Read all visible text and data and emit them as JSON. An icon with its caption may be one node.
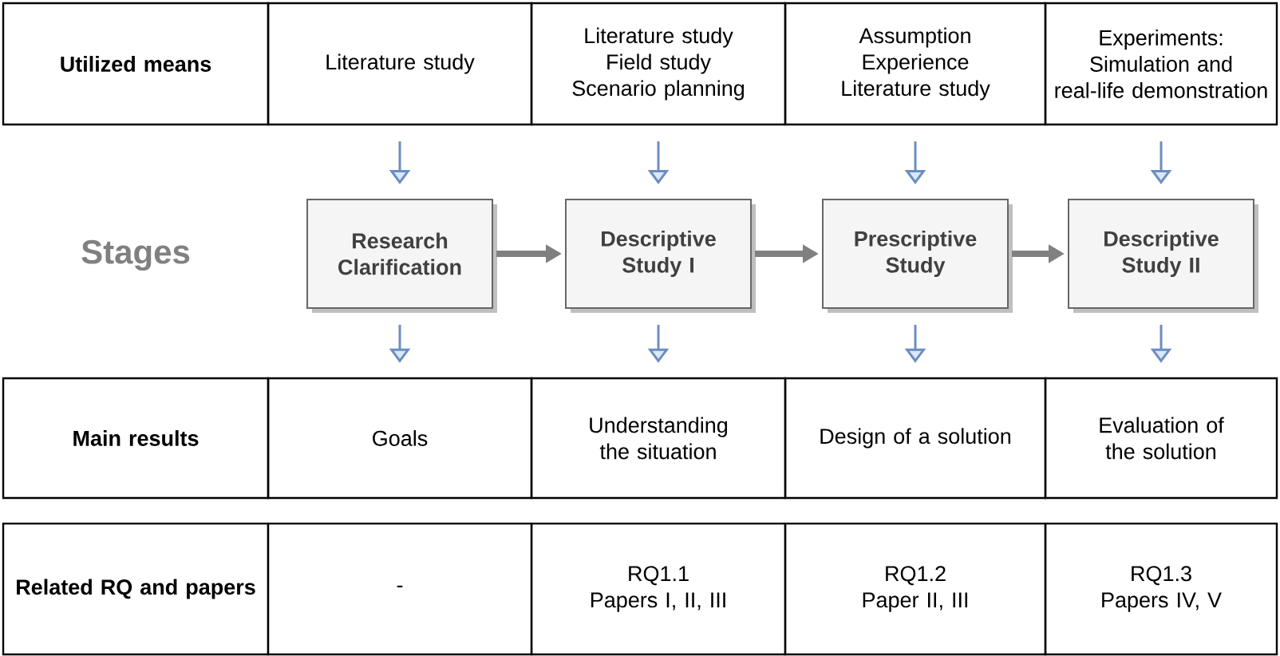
{
  "diagram": {
    "nodes": [
      {
        "text": [
          "Utilized means"
        ]
      },
      {
        "text": [
          "Literature study"
        ]
      },
      {
        "text": [
          "Literature study",
          "Field study",
          "Scenario planning"
        ]
      },
      {
        "text": [
          "Assumption",
          "Experience",
          "Literature study"
        ]
      },
      {
        "text": [
          "Experiments: Simulation and real-life demonstration"
        ]
      },
      {
        "text": [
          "Research Clarification"
        ]
      },
      {
        "text": [
          "Descriptive Study I"
        ]
      },
      {
        "text": [
          "Prescriptive Study"
        ]
      },
      {
        "text": [
          "Descriptive Study II"
        ]
      },
      {
        "text": [
          "Main results"
        ]
      },
      {
        "text": [
          "Goals"
        ]
      },
      {
        "text": [
          "Understanding the situation"
        ]
      },
      {
        "text": [
          "Design of a solution"
        ]
      },
      {
        "text": [
          "Evaluation of the solution"
        ]
      },
      {
        "text": [
          "Related RQ and papers"
        ]
      },
      {
        "text": [
          "-"
        ]
      },
      {
        "text": [
          "RQ1.1",
          "Papers I, II, III"
        ]
      },
      {
        "text": [
          "RQ1.2",
          "Paper II, III"
        ]
      },
      {
        "text": [
          "RQ1.3",
          "Papers IV, V"
        ]
      }
    ],
    "edges": [
      {
        "from": 1,
        "to": 5,
        "arrow": "to"
      },
      {
        "from": 2,
        "to": 6,
        "arrow": "to"
      },
      {
        "from": 3,
        "to": 7,
        "arrow": "to"
      },
      {
        "from": 4,
        "to": 8,
        "arrow": "to"
      },
      {
        "from": 5,
        "to": 6,
        "arrow": "to",
        "style": "thick",
        "color": "#808080"
      },
      {
        "from": 6,
        "to": 7,
        "arrow": "to",
        "style": "thick",
        "color": "#808080"
      },
      {
        "from": 7,
        "to": 8,
        "arrow": "to",
        "style": "thick",
        "color": "#808080"
      },
      {
        "from": 5,
        "to": 10,
        "arrow": "to"
      },
      {
        "from": 6,
        "to": 11,
        "arrow": "to"
      },
      {
        "from": 7,
        "to": 12,
        "arrow": "to"
      },
      {
        "from": 8,
        "to": 13,
        "arrow": "to"
      }
    ],
    "labels": [
      "Stages"
    ]
  }
}
